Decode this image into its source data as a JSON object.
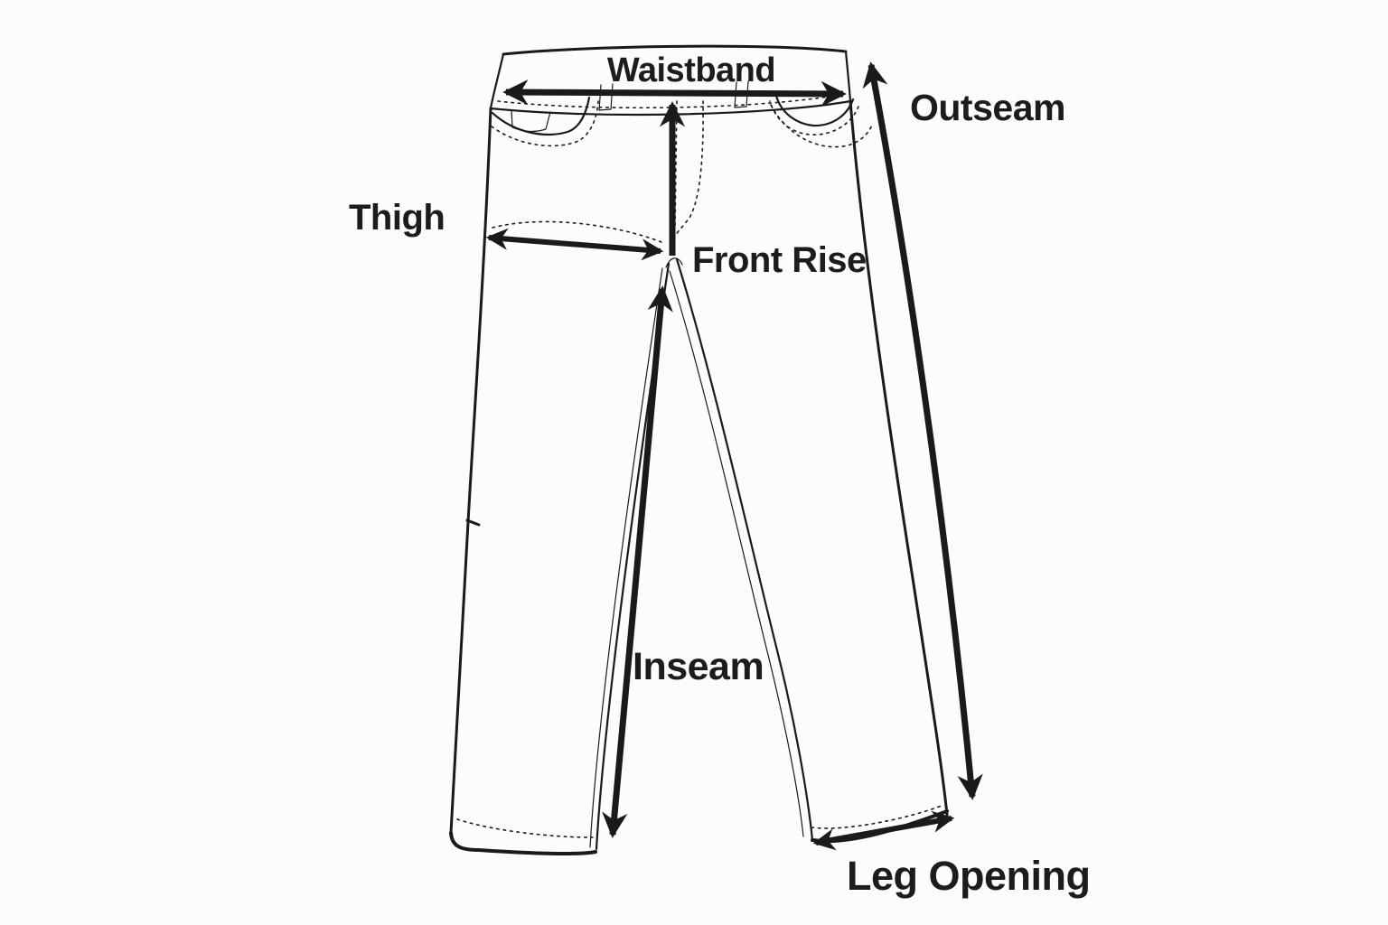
{
  "colors": {
    "background": "#fcfcfb",
    "ink": "#1a1a1a",
    "text": "#1c1c1c"
  },
  "diagram": {
    "subject": "pants-measurement-guide",
    "labels": {
      "waistband": "Waistband",
      "outseam": "Outseam",
      "thigh": "Thigh",
      "front_rise": "Front Rise",
      "inseam": "Inseam",
      "leg_opening": "Leg Opening"
    }
  }
}
